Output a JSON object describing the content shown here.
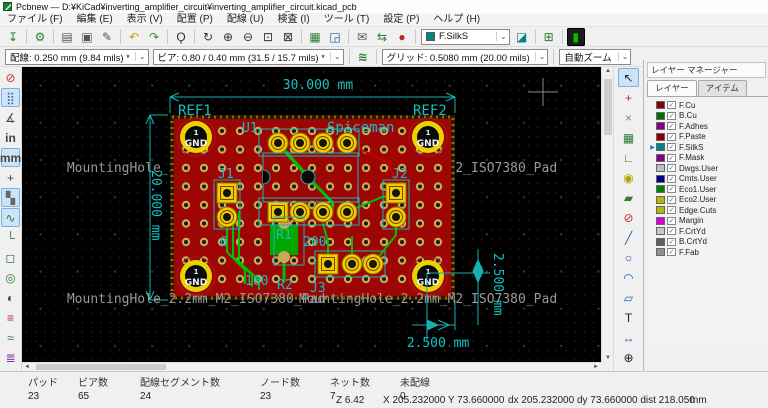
{
  "window": {
    "title": "Pcbnew — D:¥KiCad¥inverting_amplifier_circuit¥inverting_amplifier_circuit.kicad_pcb"
  },
  "menu": {
    "items": [
      {
        "name": "file",
        "label": "ファイル (F)"
      },
      {
        "name": "edit",
        "label": "編集 (E)"
      },
      {
        "name": "view",
        "label": "表示 (V)"
      },
      {
        "name": "place",
        "label": "配置 (P)"
      },
      {
        "name": "route",
        "label": "配線 (U)"
      },
      {
        "name": "inspect",
        "label": "検査 (I)"
      },
      {
        "name": "tools",
        "label": "ツール (T)"
      },
      {
        "name": "preferences",
        "label": "設定 (P)"
      },
      {
        "name": "help",
        "label": "ヘルプ (H)"
      }
    ]
  },
  "toolbar_top": {
    "icons_left": [
      "save",
      "board-setup",
      "page-settings",
      "print",
      "plot",
      "undo",
      "redo",
      "find",
      "refresh",
      "zoom-in",
      "zoom-out",
      "zoom-fit",
      "zoom-selection",
      "footprint-mode",
      "zoom-footprint",
      "netlist",
      "update-footprints",
      "drc"
    ],
    "active_layer": {
      "label": "F.SilkS",
      "color": "#008484"
    },
    "icons_right": [
      "layer-pair",
      "microwave-tools",
      "viewer-3d"
    ]
  },
  "toolbar_settings": {
    "track_width": "配線: 0.250 mm (9.84 mils) *",
    "via_size": "ビア: 0.80 / 0.40 mm (31.5 / 15.7 mils) *",
    "grid": "グリッド: 0.5080 mm (20.00 mils)",
    "zoom_preset": "自動ズーム"
  },
  "left_toolbar": {
    "icons": [
      {
        "name": "drc-off",
        "active": false
      },
      {
        "name": "grid-visibility",
        "active": true
      },
      {
        "name": "polar-coords",
        "active": false
      },
      {
        "name": "units-inches",
        "active": false
      },
      {
        "name": "units-mm",
        "active": true
      },
      {
        "name": "cursor-shape",
        "active": false
      },
      {
        "name": "ratsnest-visibility",
        "active": true
      },
      {
        "name": "footprint-ratsnest",
        "active": true
      },
      {
        "name": "tracks-sketch-mode",
        "active": false
      },
      {
        "name": "pads-sketch-mode",
        "active": false
      },
      {
        "name": "vias-sketch-mode",
        "active": false
      },
      {
        "name": "high-contrast-mode",
        "active": false
      },
      {
        "name": "layer-manager-toggle",
        "active": false
      },
      {
        "name": "microwave-toolbar",
        "active": false
      },
      {
        "name": "layer-stack",
        "active": false
      }
    ]
  },
  "right_toolbar": {
    "icons": [
      {
        "name": "select-tool",
        "active": true
      },
      {
        "name": "highlight-net",
        "active": false
      },
      {
        "name": "local-ratsnest",
        "active": false
      },
      {
        "name": "add-footprint",
        "active": false
      },
      {
        "name": "route-tracks",
        "active": false
      },
      {
        "name": "add-via",
        "active": false
      },
      {
        "name": "add-zone",
        "active": false
      },
      {
        "name": "add-keepout",
        "active": false
      },
      {
        "name": "add-graphic-line",
        "active": false
      },
      {
        "name": "add-circle",
        "active": false
      },
      {
        "name": "add-arc",
        "active": false
      },
      {
        "name": "add-polygon",
        "active": false
      },
      {
        "name": "add-text",
        "active": false
      },
      {
        "name": "add-dimension",
        "active": false
      },
      {
        "name": "set-grid-origin",
        "active": false
      }
    ]
  },
  "layers_panel": {
    "title": "レイヤー マネージャー",
    "tabs": [
      {
        "label": "レイヤー",
        "active": true
      },
      {
        "label": "アイテム",
        "active": false
      }
    ],
    "layers": [
      {
        "name": "F.Cu",
        "color": "#8b0000",
        "checked": true,
        "active": false
      },
      {
        "name": "B.Cu",
        "color": "#007000",
        "checked": true,
        "active": false
      },
      {
        "name": "F.Adhes",
        "color": "#84008c",
        "checked": true,
        "active": false
      },
      {
        "name": "F.Paste",
        "color": "#8b0000",
        "checked": true,
        "active": false
      },
      {
        "name": "F.SilkS",
        "color": "#008484",
        "checked": true,
        "active": true
      },
      {
        "name": "F.Mask",
        "color": "#84008c",
        "checked": true,
        "active": false
      },
      {
        "name": "Dwgs.User",
        "color": "#c0c0c0",
        "checked": true,
        "active": false
      },
      {
        "name": "Cmts.User",
        "color": "#00008b",
        "checked": true,
        "active": false
      },
      {
        "name": "Eco1.User",
        "color": "#008400",
        "checked": true,
        "active": false
      },
      {
        "name": "Eco2.User",
        "color": "#b8b800",
        "checked": true,
        "active": false
      },
      {
        "name": "Edge.Cuts",
        "color": "#b8b800",
        "checked": true,
        "active": false
      },
      {
        "name": "Margin",
        "color": "#d800d8",
        "checked": true,
        "active": false
      },
      {
        "name": "F.CrtYd",
        "color": "#c8c8c8",
        "checked": true,
        "active": false
      },
      {
        "name": "B.CrtYd",
        "color": "#606060",
        "checked": true,
        "active": false
      },
      {
        "name": "F.Fab",
        "color": "#909090",
        "checked": true,
        "active": false
      }
    ]
  },
  "canvas": {
    "dimension_width": "30.000 mm",
    "dimension_height": "20.000 mm",
    "dimension_offset_v": "2.500 mm",
    "dimension_offset_h": "2.500 mm",
    "ref1": "REF1",
    "ref2": "REF2",
    "u1": "U1",
    "title_silk": "Spiceman",
    "j1": "J1",
    "j2": "J2",
    "j3": "J3",
    "r1": "R1",
    "r1_value": "200",
    "r2": "R2",
    "r2_value": "100",
    "extra_value": "0",
    "gnd": "GND",
    "pin1": "1",
    "hole_label": "MountingHole_2.2mm_M2_ISO7380_Pad"
  },
  "status": {
    "fields": [
      {
        "name": "pads",
        "label": "パッド",
        "value": "23"
      },
      {
        "name": "vias",
        "label": "ビア数",
        "value": "65"
      },
      {
        "name": "track-segments",
        "label": "配線セグメント数",
        "value": "24"
      },
      {
        "name": "nodes",
        "label": "ノード数",
        "value": "23"
      },
      {
        "name": "nets",
        "label": "ネット数",
        "value": "7"
      },
      {
        "name": "unrouted",
        "label": "未配線",
        "value": "0"
      }
    ],
    "zoom": "Z 6.42",
    "position": "X 205.232000 Y 73.660000",
    "delta": "dx 205.232000  dy 73.660000  dist 218.050",
    "units": "mm"
  }
}
